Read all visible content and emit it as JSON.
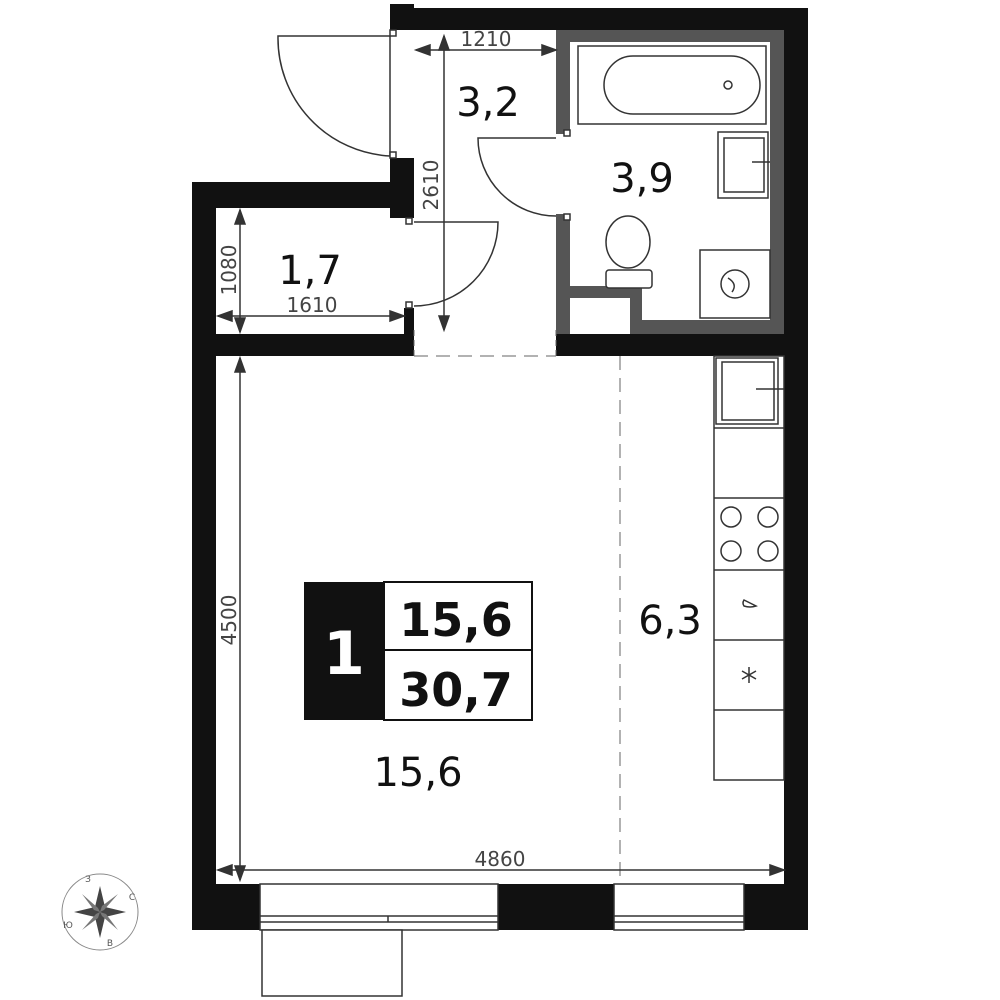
{
  "summary": {
    "rooms": "1",
    "living_area": "15,6",
    "total_area": "30,7"
  },
  "rooms": {
    "hall": "3,2",
    "bathroom": "3,9",
    "storage": "1,7",
    "kitchen": "6,3",
    "living": "15,6"
  },
  "dimensions": {
    "hall_width": "1210",
    "hall_length": "2610",
    "storage_width": "1610",
    "storage_height": "1080",
    "living_height": "4500",
    "apartment_width": "4860"
  },
  "compass": {
    "north": "С",
    "south": "Ю",
    "east": "В",
    "west": "З"
  },
  "colors": {
    "wall": "#111111",
    "bathroom_wall": "#555555",
    "fixture_line": "#333333",
    "dimension_line": "#333333",
    "badge_fill": "#111111"
  }
}
